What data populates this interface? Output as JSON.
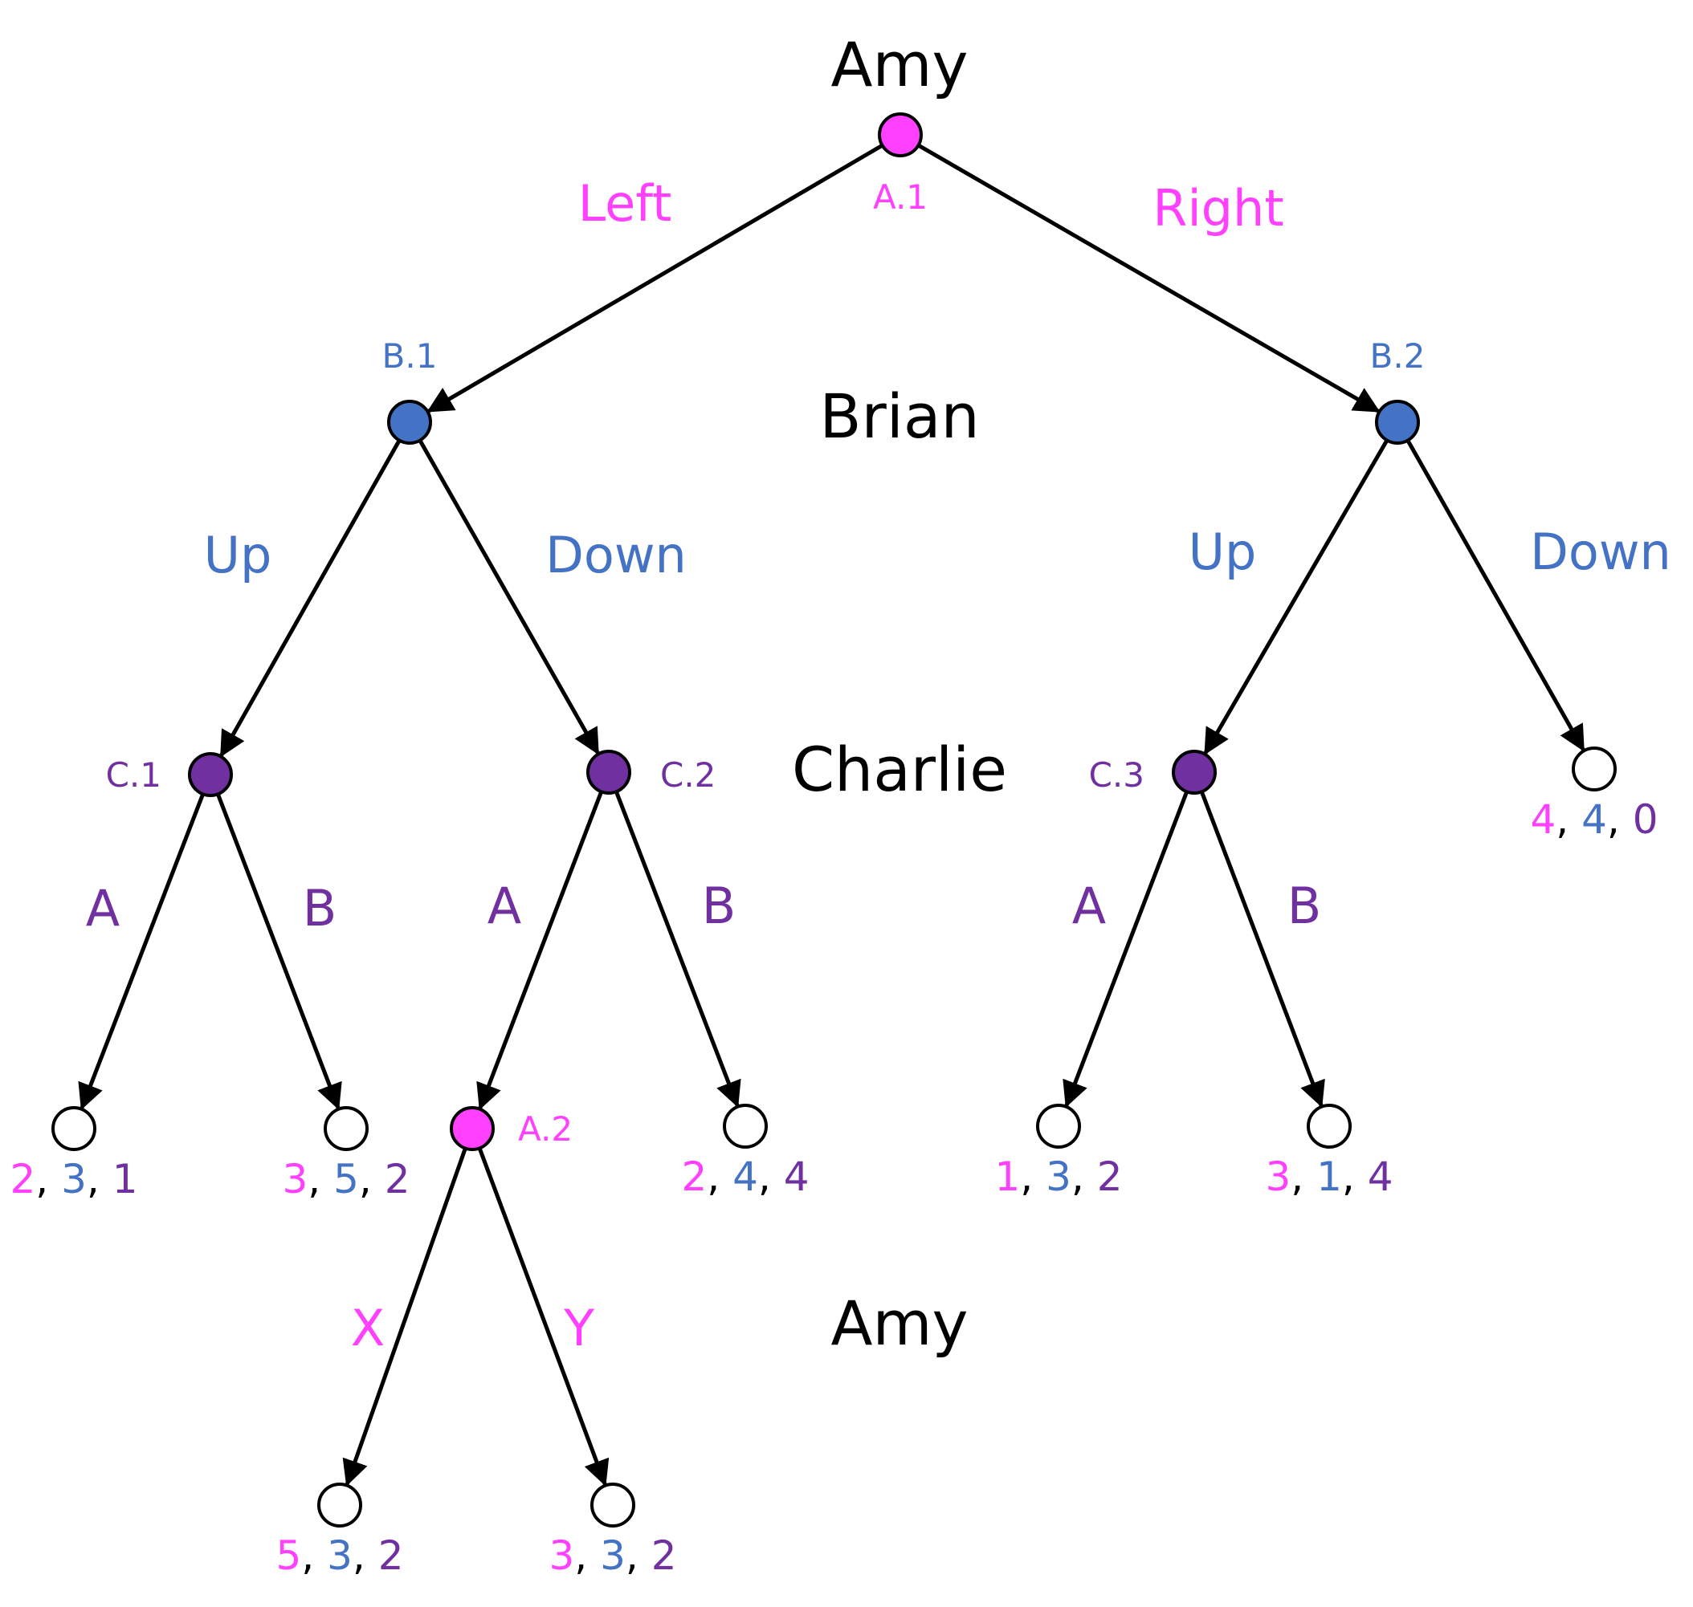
{
  "colors": {
    "amy": "#ff40ff",
    "brian": "#4472c4",
    "charlie": "#7030a0",
    "terminal": "#ffffff",
    "edge": "#000000",
    "separator": "#000000"
  },
  "players": {
    "amy_top": "Amy",
    "brian": "Brian",
    "charlie": "Charlie",
    "amy_bottom": "Amy"
  },
  "nodes": [
    {
      "id": "A.1",
      "player": "amy",
      "label": "A.1"
    },
    {
      "id": "B.1",
      "player": "brian",
      "label": "B.1"
    },
    {
      "id": "B.2",
      "player": "brian",
      "label": "B.2"
    },
    {
      "id": "C.1",
      "player": "charlie",
      "label": "C.1"
    },
    {
      "id": "C.2",
      "player": "charlie",
      "label": "C.2"
    },
    {
      "id": "C.3",
      "player": "charlie",
      "label": "C.3"
    },
    {
      "id": "A.2",
      "player": "amy",
      "label": "A.2"
    },
    {
      "id": "T1",
      "player": "terminal",
      "payoff": [
        "2",
        "3",
        "1"
      ]
    },
    {
      "id": "T2",
      "player": "terminal",
      "payoff": [
        "3",
        "5",
        "2"
      ]
    },
    {
      "id": "T3",
      "player": "terminal",
      "payoff": [
        "2",
        "4",
        "4"
      ]
    },
    {
      "id": "T4",
      "player": "terminal",
      "payoff": [
        "1",
        "3",
        "2"
      ]
    },
    {
      "id": "T5",
      "player": "terminal",
      "payoff": [
        "3",
        "1",
        "4"
      ]
    },
    {
      "id": "T6",
      "player": "terminal",
      "payoff": [
        "4",
        "4",
        "0"
      ]
    },
    {
      "id": "T7",
      "player": "terminal",
      "payoff": [
        "5",
        "3",
        "2"
      ]
    },
    {
      "id": "T8",
      "player": "terminal",
      "payoff": [
        "3",
        "3",
        "2"
      ]
    }
  ],
  "edges": [
    {
      "from": "A.1",
      "to": "B.1",
      "label": "Left",
      "player": "amy"
    },
    {
      "from": "A.1",
      "to": "B.2",
      "label": "Right",
      "player": "amy"
    },
    {
      "from": "B.1",
      "to": "C.1",
      "label": "Up",
      "player": "brian"
    },
    {
      "from": "B.1",
      "to": "C.2",
      "label": "Down",
      "player": "brian"
    },
    {
      "from": "B.2",
      "to": "C.3",
      "label": "Up",
      "player": "brian"
    },
    {
      "from": "B.2",
      "to": "T6",
      "label": "Down",
      "player": "brian"
    },
    {
      "from": "C.1",
      "to": "T1",
      "label": "A",
      "player": "charlie"
    },
    {
      "from": "C.1",
      "to": "T2",
      "label": "B",
      "player": "charlie"
    },
    {
      "from": "C.2",
      "to": "A.2",
      "label": "A",
      "player": "charlie"
    },
    {
      "from": "C.2",
      "to": "T3",
      "label": "B",
      "player": "charlie"
    },
    {
      "from": "C.3",
      "to": "T4",
      "label": "A",
      "player": "charlie"
    },
    {
      "from": "C.3",
      "to": "T5",
      "label": "B",
      "player": "charlie"
    },
    {
      "from": "A.2",
      "to": "T7",
      "label": "X",
      "player": "amy"
    },
    {
      "from": "A.2",
      "to": "T8",
      "label": "Y",
      "player": "amy"
    }
  ],
  "payoff_separator": ", "
}
